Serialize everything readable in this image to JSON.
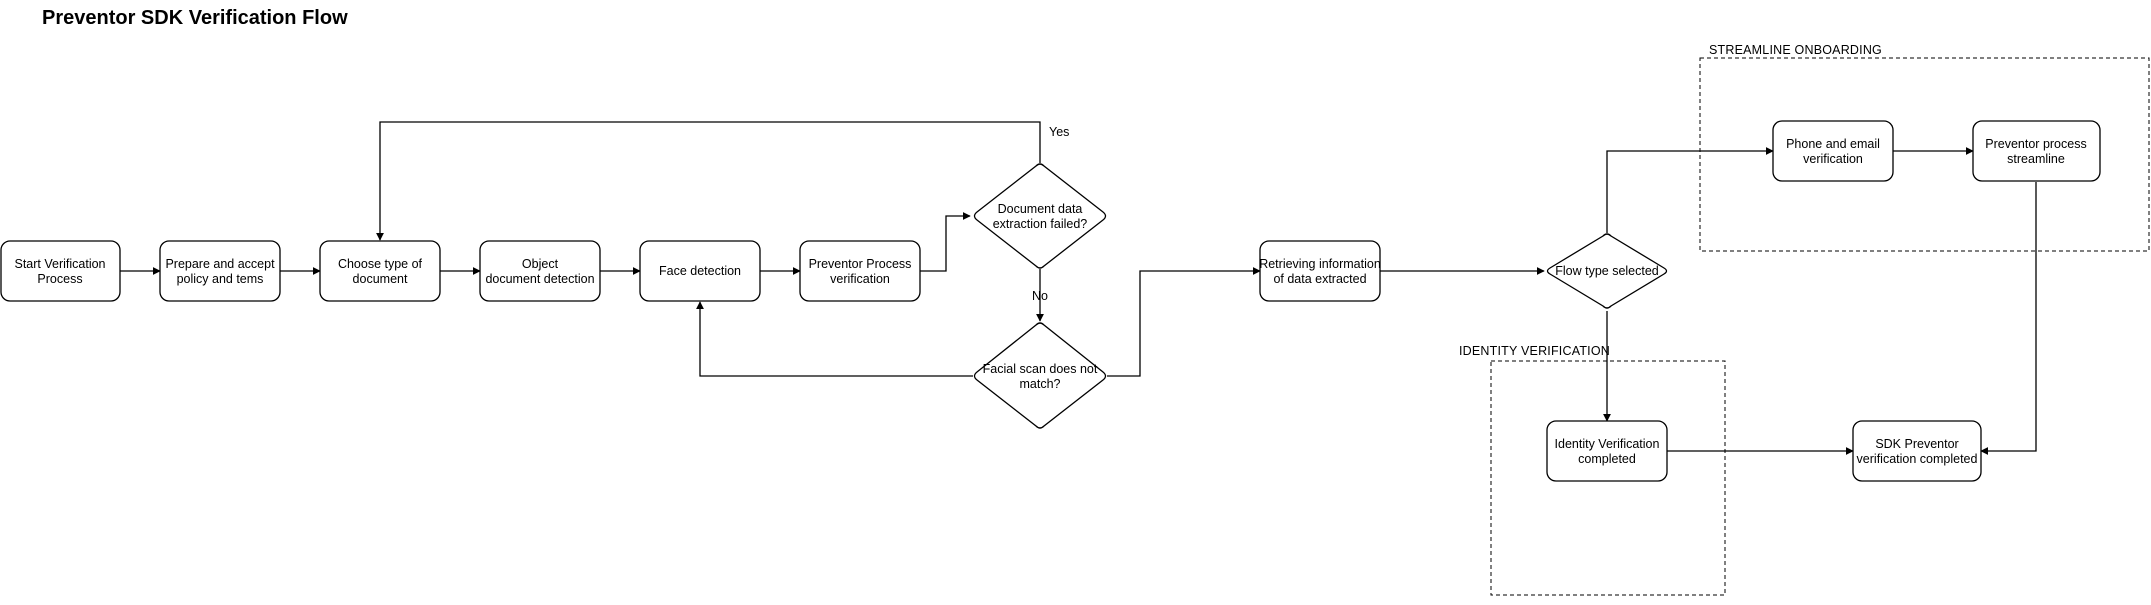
{
  "title": "Preventor SDK Verification Flow",
  "groups": {
    "streamline": "STREAMLINE ONBOARDING",
    "identity": "IDENTITY VERIFICATION"
  },
  "nodes": {
    "start": [
      "Start Verification",
      "Process"
    ],
    "prepare": [
      "Prepare and accept",
      "policy and tems"
    ],
    "choose": [
      "Choose type of",
      "document"
    ],
    "object": [
      "Object",
      "document detection"
    ],
    "face": [
      "Face detection"
    ],
    "preventor_process": [
      "Preventor Process",
      "verification"
    ],
    "doc_failed": [
      "Document data",
      "extraction failed?"
    ],
    "facial_scan": [
      "Facial scan does not",
      "match?"
    ],
    "retrieving": [
      "Retrieving information",
      "of data extracted"
    ],
    "flow_type": [
      "Flow type selected"
    ],
    "phone_email": [
      "Phone and email",
      "verification"
    ],
    "streamline_proc": [
      "Preventor process",
      "streamline"
    ],
    "identity_done": [
      "Identity Verification",
      "completed"
    ],
    "sdk_done": [
      "SDK Preventor",
      "verification completed"
    ]
  },
  "edge_labels": {
    "yes": "Yes",
    "no": "No"
  }
}
